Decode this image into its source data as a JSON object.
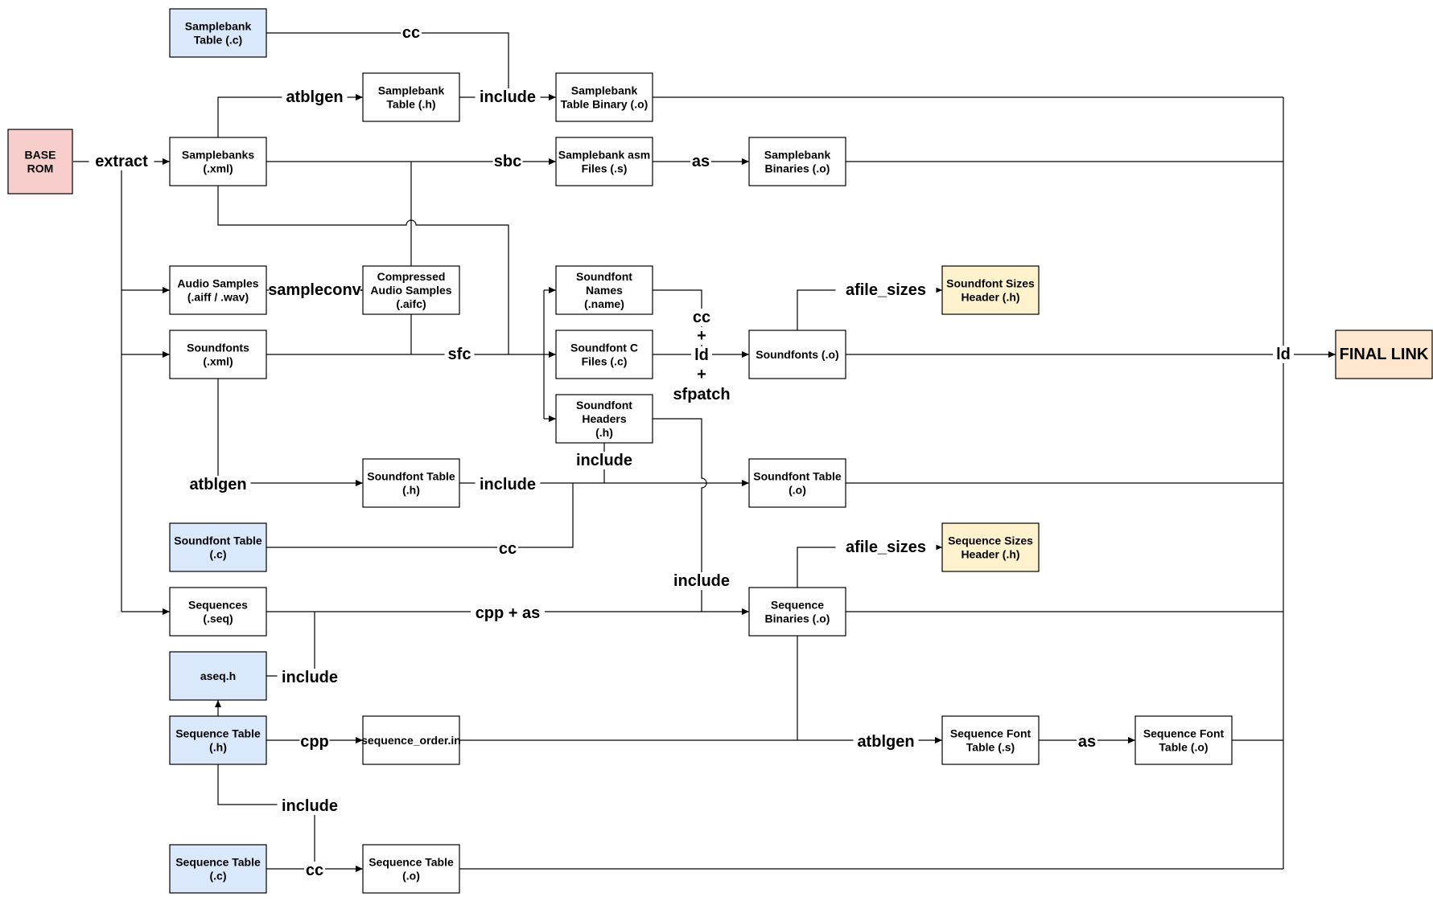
{
  "colors": {
    "plain": "#ffffff",
    "source_c": "#dae8fc",
    "source_c_border": "#6c8ebf",
    "rom": "#f8cecc",
    "rom_border": "#b85450",
    "header_out": "#fff2cc",
    "header_out_border": "#d6b656",
    "final": "#ffe6cc",
    "final_border": "#d79b00"
  },
  "nodes": {
    "base_rom": [
      "BASE",
      "ROM"
    ],
    "samplebank_table_c": [
      "Samplebank",
      "Table (.c)"
    ],
    "samplebank_table_h": [
      "Samplebank",
      "Table (.h)"
    ],
    "samplebank_table_bin": [
      "Samplebank",
      "Table Binary (.o)"
    ],
    "samplebanks_xml": [
      "Samplebanks",
      "(.xml)"
    ],
    "samplebank_asm": [
      "Samplebank asm",
      "Files (.s)"
    ],
    "samplebank_bin": [
      "Samplebank",
      "Binaries (.o)"
    ],
    "audio_samples": [
      "Audio Samples",
      "(.aiff / .wav)"
    ],
    "compressed_samples": [
      "Compressed",
      "Audio Samples",
      "(.aifc)"
    ],
    "soundfont_names": [
      "Soundfont",
      "Names",
      "(.name)"
    ],
    "soundfont_sizes": [
      "Soundfont Sizes",
      "Header (.h)"
    ],
    "soundfonts_xml": [
      "Soundfonts",
      "(.xml)"
    ],
    "soundfont_c_files": [
      "Soundfont C",
      "Files (.c)"
    ],
    "soundfonts_o": [
      "Soundfonts (.o)"
    ],
    "soundfont_headers": [
      "Soundfont",
      "Headers",
      "(.h)"
    ],
    "soundfont_table_h": [
      "Soundfont Table",
      "(.h)"
    ],
    "soundfont_table_o": [
      "Soundfont Table",
      "(.o)"
    ],
    "soundfont_table_c": [
      "Soundfont Table",
      "(.c)"
    ],
    "sequence_sizes": [
      "Sequence Sizes",
      "Header (.h)"
    ],
    "sequences_seq": [
      "Sequences",
      "(.seq)"
    ],
    "sequence_bin": [
      "Sequence",
      "Binaries (.o)"
    ],
    "aseq_h": [
      "aseq.h"
    ],
    "sequence_table_h": [
      "Sequence Table",
      "(.h)"
    ],
    "sequence_order": [
      "sequence_order.in"
    ],
    "sequence_font_table_s": [
      "Sequence Font",
      "Table (.s)"
    ],
    "sequence_font_table_o": [
      "Sequence Font",
      "Table (.o)"
    ],
    "sequence_table_c": [
      "Sequence Table",
      "(.c)"
    ],
    "sequence_table_o": [
      "Sequence Table",
      "(.o)"
    ],
    "final_link": [
      "FINAL LINK"
    ]
  },
  "labels": {
    "cc_samplebank": "cc",
    "atblgen_samplebank": "atblgen",
    "include_samplebank": "include",
    "extract": "extract",
    "sbc": "sbc",
    "as_samplebank": "as",
    "sampleconv": "sampleconv",
    "afile_sizes_soundfont": "afile_sizes",
    "cc_ld_sfpatch": [
      "cc",
      "+",
      "ld",
      "+",
      "sfpatch"
    ],
    "sfc": "sfc",
    "ld": "ld",
    "include_soundfont_headers": "include",
    "atblgen_soundfont": "atblgen",
    "include_soundfont_table": "include",
    "cc_soundfont_table": "cc",
    "afile_sizes_sequence": "afile_sizes",
    "include_sequence": "include",
    "cpp_as": "cpp + as",
    "include_aseq": "include",
    "cpp": "cpp",
    "atblgen_sequence": "atblgen",
    "as_sequence": "as",
    "include_sequence_table": "include",
    "cc_sequence_table": "cc"
  }
}
